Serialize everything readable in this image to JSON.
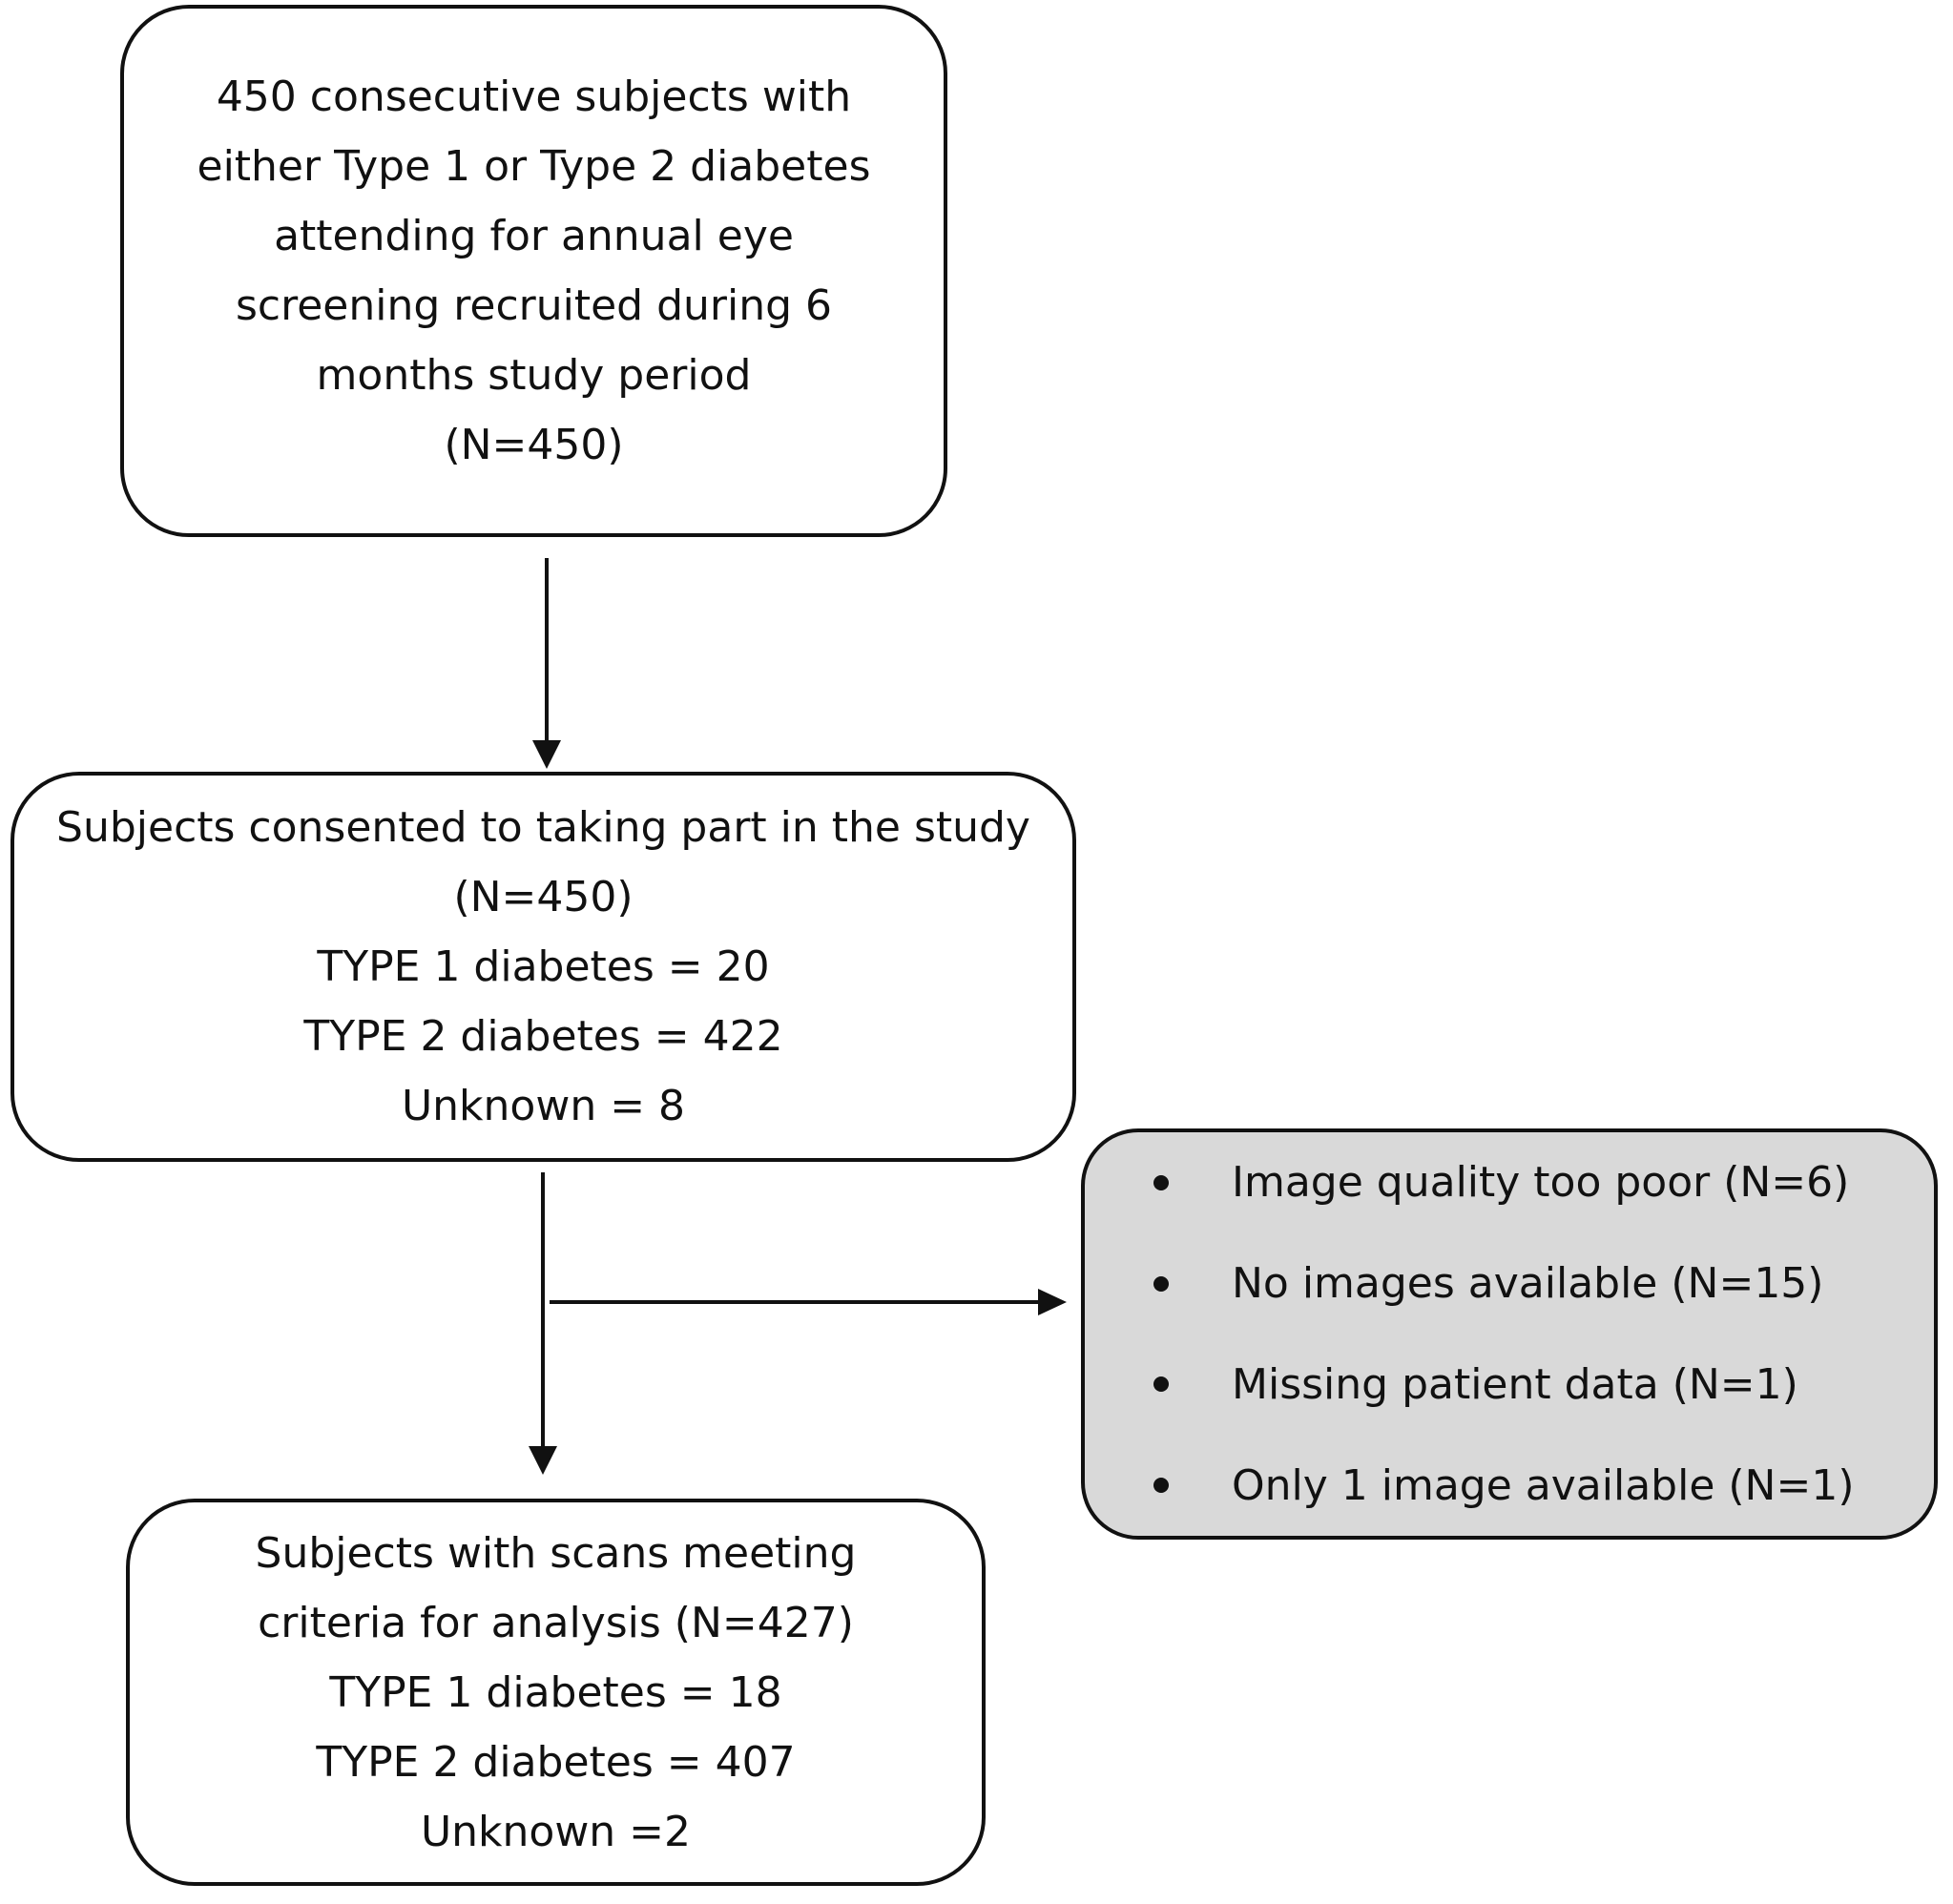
{
  "recruited": {
    "lines": [
      "450 consecutive subjects with",
      "either Type 1 or Type 2 diabetes",
      "attending for annual eye",
      "screening recruited during 6",
      "months study period",
      "(N=450)"
    ]
  },
  "consented": {
    "lines": [
      "Subjects consented to taking part in the study",
      "(N=450)",
      "TYPE 1 diabetes = 20",
      "TYPE 2 diabetes = 422",
      "Unknown = 8"
    ]
  },
  "excluded": {
    "items": [
      "Image quality too poor (N=6)",
      "No images available (N=15)",
      "Missing patient data (N=1)",
      "Only 1 image available (N=1)"
    ]
  },
  "analysis": {
    "lines": [
      "Subjects with scans meeting",
      "criteria for analysis (N=427)",
      "TYPE 1 diabetes = 18",
      "TYPE 2 diabetes = 407",
      "Unknown =2"
    ]
  }
}
